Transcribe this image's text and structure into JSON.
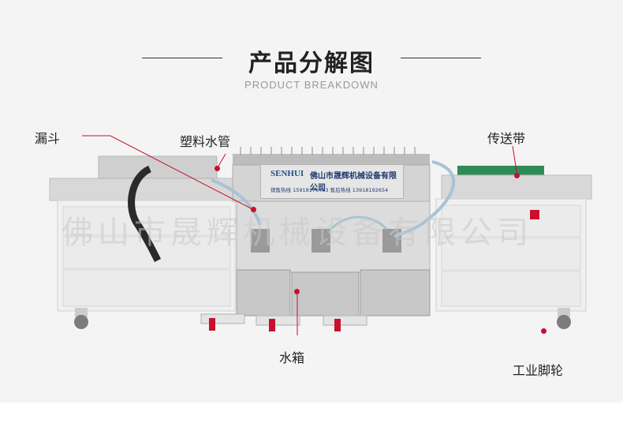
{
  "heading": {
    "title": "产品分解图",
    "subtitle": "PRODUCT BREAKDOWN"
  },
  "machine_panel": {
    "logo": "SENHUI",
    "company": "佛山市晟辉机械设备有限公司",
    "hotline": "销售热线 15918176463   售后热线 13918192654"
  },
  "callouts": {
    "funnel": "漏斗",
    "plastic_pipe": "塑料水管",
    "conveyor": "传送带",
    "water_tank": "水箱",
    "casters": "工业脚轮"
  },
  "watermark": "佛山市晟辉机械设备有限公司",
  "colors": {
    "accent_line": "#c8102e",
    "frame": "#dcdcdc",
    "steel": "#c9c9c9",
    "panel_bg": "#d9d9d9",
    "conveyor": "#2e8b57"
  }
}
